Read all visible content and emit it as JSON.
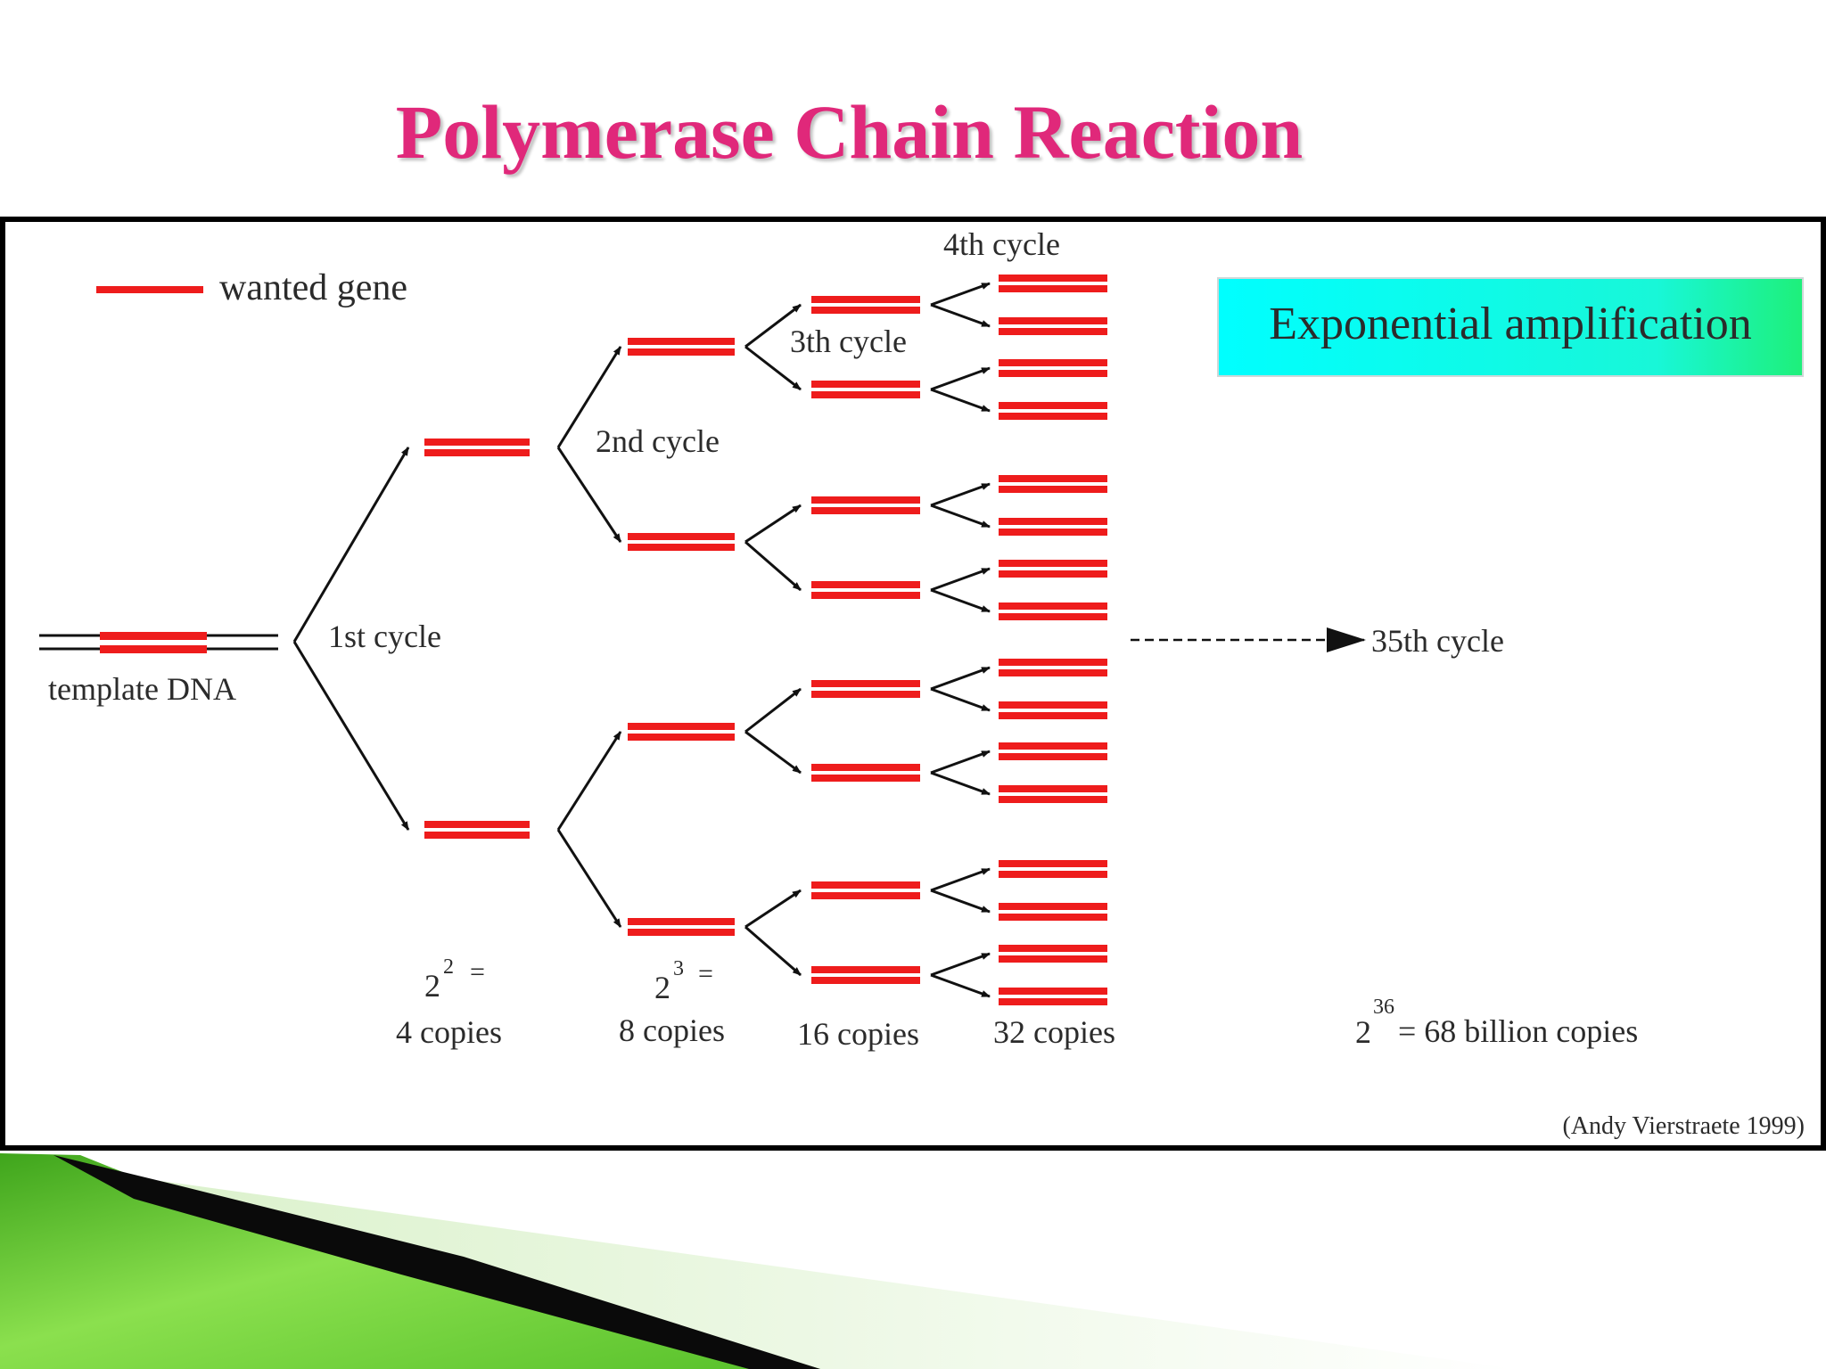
{
  "slide": {
    "title": "Polymerase Chain Reaction"
  },
  "legend": {
    "text": "wanted gene"
  },
  "callout": {
    "text": "Exponential amplification"
  },
  "template": {
    "label": "template DNA"
  },
  "cycles": {
    "first": "1st cycle",
    "second": "2nd cycle",
    "third": "3th cycle",
    "fourth": "4th cycle",
    "final": "35th cycle"
  },
  "counts": {
    "c4_base": "2",
    "c4_exp": "2",
    "c4_eq": "=",
    "c4_text": "4 copies",
    "c8_base": "2",
    "c8_exp": "3",
    "c8_eq": "=",
    "c8_text": "8 copies",
    "c16_text": "16 copies",
    "c32_text": "32 copies",
    "final_base": "2",
    "final_exp": "36",
    "final_text": "= 68 billion copies"
  },
  "credit": "(Andy Vierstraete 1999)",
  "colors": {
    "title": "#e0287a",
    "gene": "#ee1c1c",
    "callout_from": "#00ffff",
    "callout_to": "#1ef07a",
    "accent_green": "#5fcf2a"
  }
}
